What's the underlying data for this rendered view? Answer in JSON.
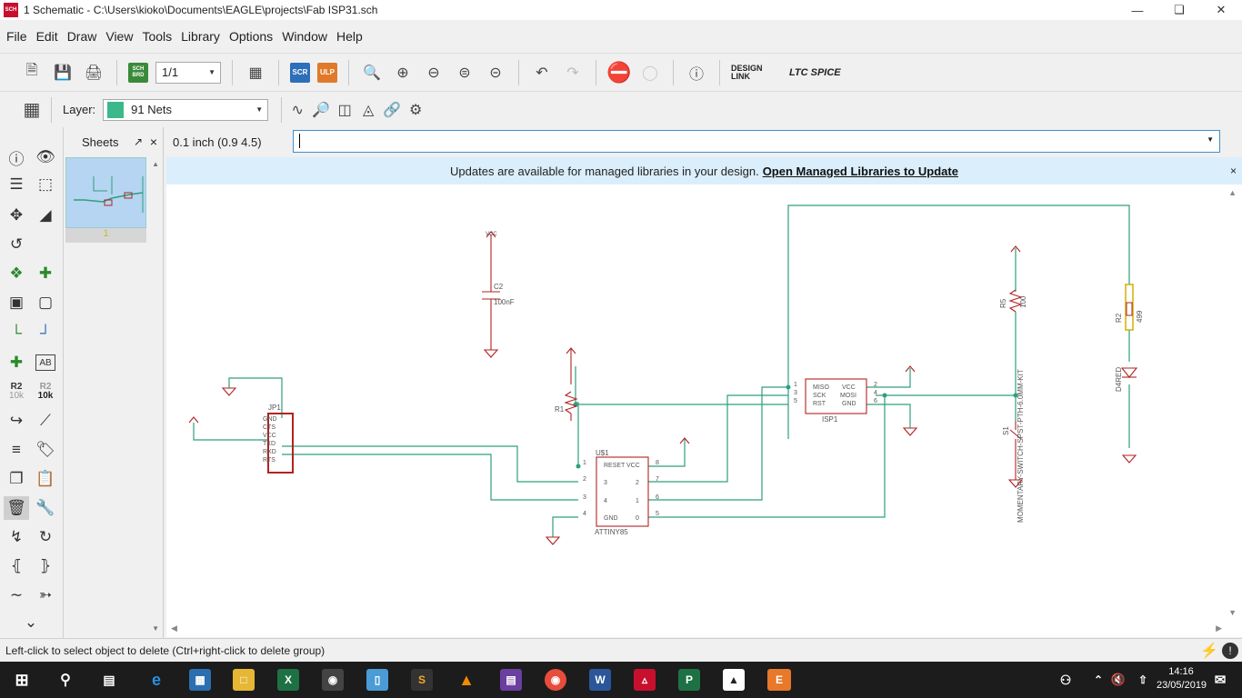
{
  "window": {
    "title": "1 Schematic - C:\\Users\\kioko\\Documents\\EAGLE\\projects\\Fab ISP31.sch",
    "app_icon": "SCH"
  },
  "menu": [
    "File",
    "Edit",
    "Draw",
    "View",
    "Tools",
    "Library",
    "Options",
    "Window",
    "Help"
  ],
  "toolbar": {
    "sheet_select": "1/1",
    "sch_brd": "SCH BRD",
    "scr": "SCR",
    "ulp": "ULP",
    "design_link": "DESIGN LINK",
    "ltspice": "LTC SPICE"
  },
  "layerbar": {
    "label": "Layer:",
    "layer": "91 Nets",
    "layer_color": "#3cb88a"
  },
  "sheets": {
    "title": "Sheets",
    "pin": "↗",
    "close": "×",
    "sheet_num": "1"
  },
  "coordinates": "0.1 inch (0.9 4.5)",
  "command_input": "",
  "infobar": {
    "text": "Updates are available for managed libraries in your design.",
    "link": "Open Managed Libraries to Update",
    "close": "×"
  },
  "left_tools": {
    "r2_label": "R2",
    "value_label": "10k",
    "text_tool": "AB"
  },
  "schematic": {
    "wire_color": "#2e9f7f",
    "part_color": "#b22222",
    "labels": {
      "c2": "C2",
      "c2_value": "100nF",
      "r1": "R1",
      "r5": "R5",
      "r5_value": "100",
      "r2": "R2",
      "r2_value": "499",
      "d_label": "D4RED",
      "s1": "S1",
      "switch": "MOMENTARY-SWITCH-SPST-PTH-6.0MM-KIT",
      "jp1": "JP1",
      "u1": "U$1",
      "attiny": "ATTINY85",
      "isp1": "ISP1",
      "vcc": "VCC"
    },
    "jp1_pins": [
      "GND",
      "CTS",
      "VCC",
      "TXD",
      "RXD",
      "RTS"
    ],
    "u1_pins_left": [
      "RESET",
      "3",
      "4",
      "GND"
    ],
    "u1_pins_right": [
      "VCC",
      "2",
      "1",
      "0"
    ],
    "u1_pin_nums_left": [
      "1",
      "2",
      "3",
      "4"
    ],
    "u1_pin_nums_right": [
      "8",
      "7",
      "6",
      "5"
    ],
    "isp_left": [
      "MISO",
      "SCK",
      "RST"
    ],
    "isp_right": [
      "VCC",
      "MOSI",
      "GND"
    ],
    "isp_nums_left": [
      "1",
      "3",
      "5"
    ],
    "isp_nums_right": [
      "2",
      "4",
      "6"
    ]
  },
  "statusbar": "Left-click to select object to delete (Ctrl+right-click to delete group)",
  "taskbar": {
    "time": "14:16",
    "date": "23/05/2019"
  }
}
